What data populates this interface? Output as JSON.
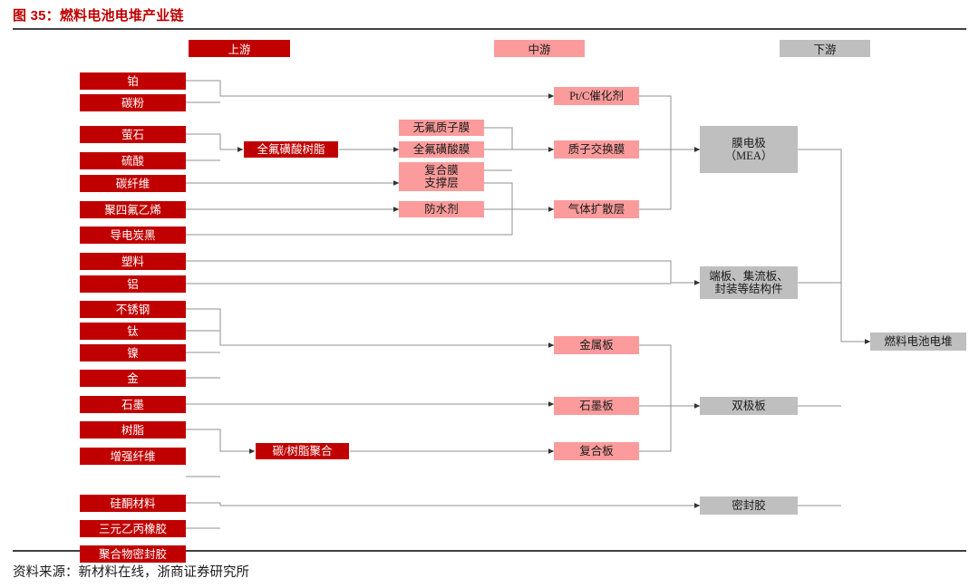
{
  "figure": {
    "title": "图 35：燃料电池电堆产业链",
    "source": "资料来源：新材料在线，浙商证券研究所"
  },
  "headers": {
    "upstream": "上游",
    "midstream": "中游",
    "downstream": "下游"
  },
  "colors": {
    "upstream": "#C00000",
    "midstream": "#FB9B9B",
    "downstream": "#BFBFBF",
    "title": "#C00000",
    "connector": "#909090",
    "rule": "#404040"
  },
  "chart_data": {
    "type": "diagram",
    "title": "图 35：燃料电池电堆产业链",
    "layers": [
      "上游",
      "中游",
      "下游"
    ],
    "nodes": {
      "upstream": [
        "铂",
        "碳粉",
        "萤石",
        "硫酸",
        "碳纤维",
        "聚四氟乙烯",
        "导电炭黑",
        "塑料",
        "铝",
        "不锈钢",
        "钛",
        "镍",
        "金",
        "石墨",
        "树脂",
        "增强纤维",
        "硅酮材料",
        "三元乙丙橡胶",
        "聚合物密封胶"
      ],
      "upstream_processing": [
        "全氟磺酸树脂",
        "碳/树脂聚合"
      ],
      "midstream_sub": [
        "无氟质子膜",
        "全氟磺酸膜",
        "复合膜",
        "支撑层",
        "防水剂"
      ],
      "midstream": [
        "Pt/C催化剂",
        "质子交换膜",
        "气体扩散层",
        "金属板",
        "石墨板",
        "复合板"
      ],
      "downstream": [
        "膜电极\n（MEA）",
        "端板、集流板、\n封装等结构件",
        "双极板",
        "密封胶"
      ],
      "final": "燃料电池电堆"
    },
    "edges": [
      {
        "from": "铂",
        "to": "Pt/C催化剂"
      },
      {
        "from": "碳粉",
        "to": "Pt/C催化剂"
      },
      {
        "from": "萤石",
        "to": "全氟磺酸树脂"
      },
      {
        "from": "硫酸",
        "to": "全氟磺酸树脂"
      },
      {
        "from": "全氟磺酸树脂",
        "to": "全氟磺酸膜"
      },
      {
        "from": "无氟质子膜",
        "to": "质子交换膜"
      },
      {
        "from": "全氟磺酸膜",
        "to": "质子交换膜"
      },
      {
        "from": "复合膜",
        "to": "质子交换膜"
      },
      {
        "from": "碳纤维",
        "to": "支撑层"
      },
      {
        "from": "聚四氟乙烯",
        "to": "防水剂"
      },
      {
        "from": "导电炭黑",
        "to": "气体扩散层"
      },
      {
        "from": "支撑层",
        "to": "气体扩散层"
      },
      {
        "from": "防水剂",
        "to": "气体扩散层"
      },
      {
        "from": "Pt/C催化剂",
        "to": "膜电极（MEA）"
      },
      {
        "from": "质子交换膜",
        "to": "膜电极（MEA）"
      },
      {
        "from": "气体扩散层",
        "to": "膜电极（MEA）"
      },
      {
        "from": "塑料",
        "to": "端板、集流板、封装等结构件"
      },
      {
        "from": "铝",
        "to": "端板、集流板、封装等结构件"
      },
      {
        "from": "不锈钢",
        "to": "金属板"
      },
      {
        "from": "钛",
        "to": "金属板"
      },
      {
        "from": "镍",
        "to": "金属板"
      },
      {
        "from": "金",
        "to": "金属板"
      },
      {
        "from": "石墨",
        "to": "石墨板"
      },
      {
        "from": "树脂",
        "to": "碳/树脂聚合"
      },
      {
        "from": "增强纤维",
        "to": "碳/树脂聚合"
      },
      {
        "from": "碳/树脂聚合",
        "to": "复合板"
      },
      {
        "from": "金属板",
        "to": "双极板"
      },
      {
        "from": "石墨板",
        "to": "双极板"
      },
      {
        "from": "复合板",
        "to": "双极板"
      },
      {
        "from": "硅酮材料",
        "to": "密封胶"
      },
      {
        "from": "三元乙丙橡胶",
        "to": "密封胶"
      },
      {
        "from": "聚合物密封胶",
        "to": "密封胶"
      },
      {
        "from": "膜电极（MEA）",
        "to": "燃料电池电堆"
      },
      {
        "from": "端板、集流板、封装等结构件",
        "to": "燃料电池电堆"
      },
      {
        "from": "双极板",
        "to": "燃料电池电堆"
      },
      {
        "from": "密封胶",
        "to": "燃料电池电堆"
      }
    ]
  }
}
